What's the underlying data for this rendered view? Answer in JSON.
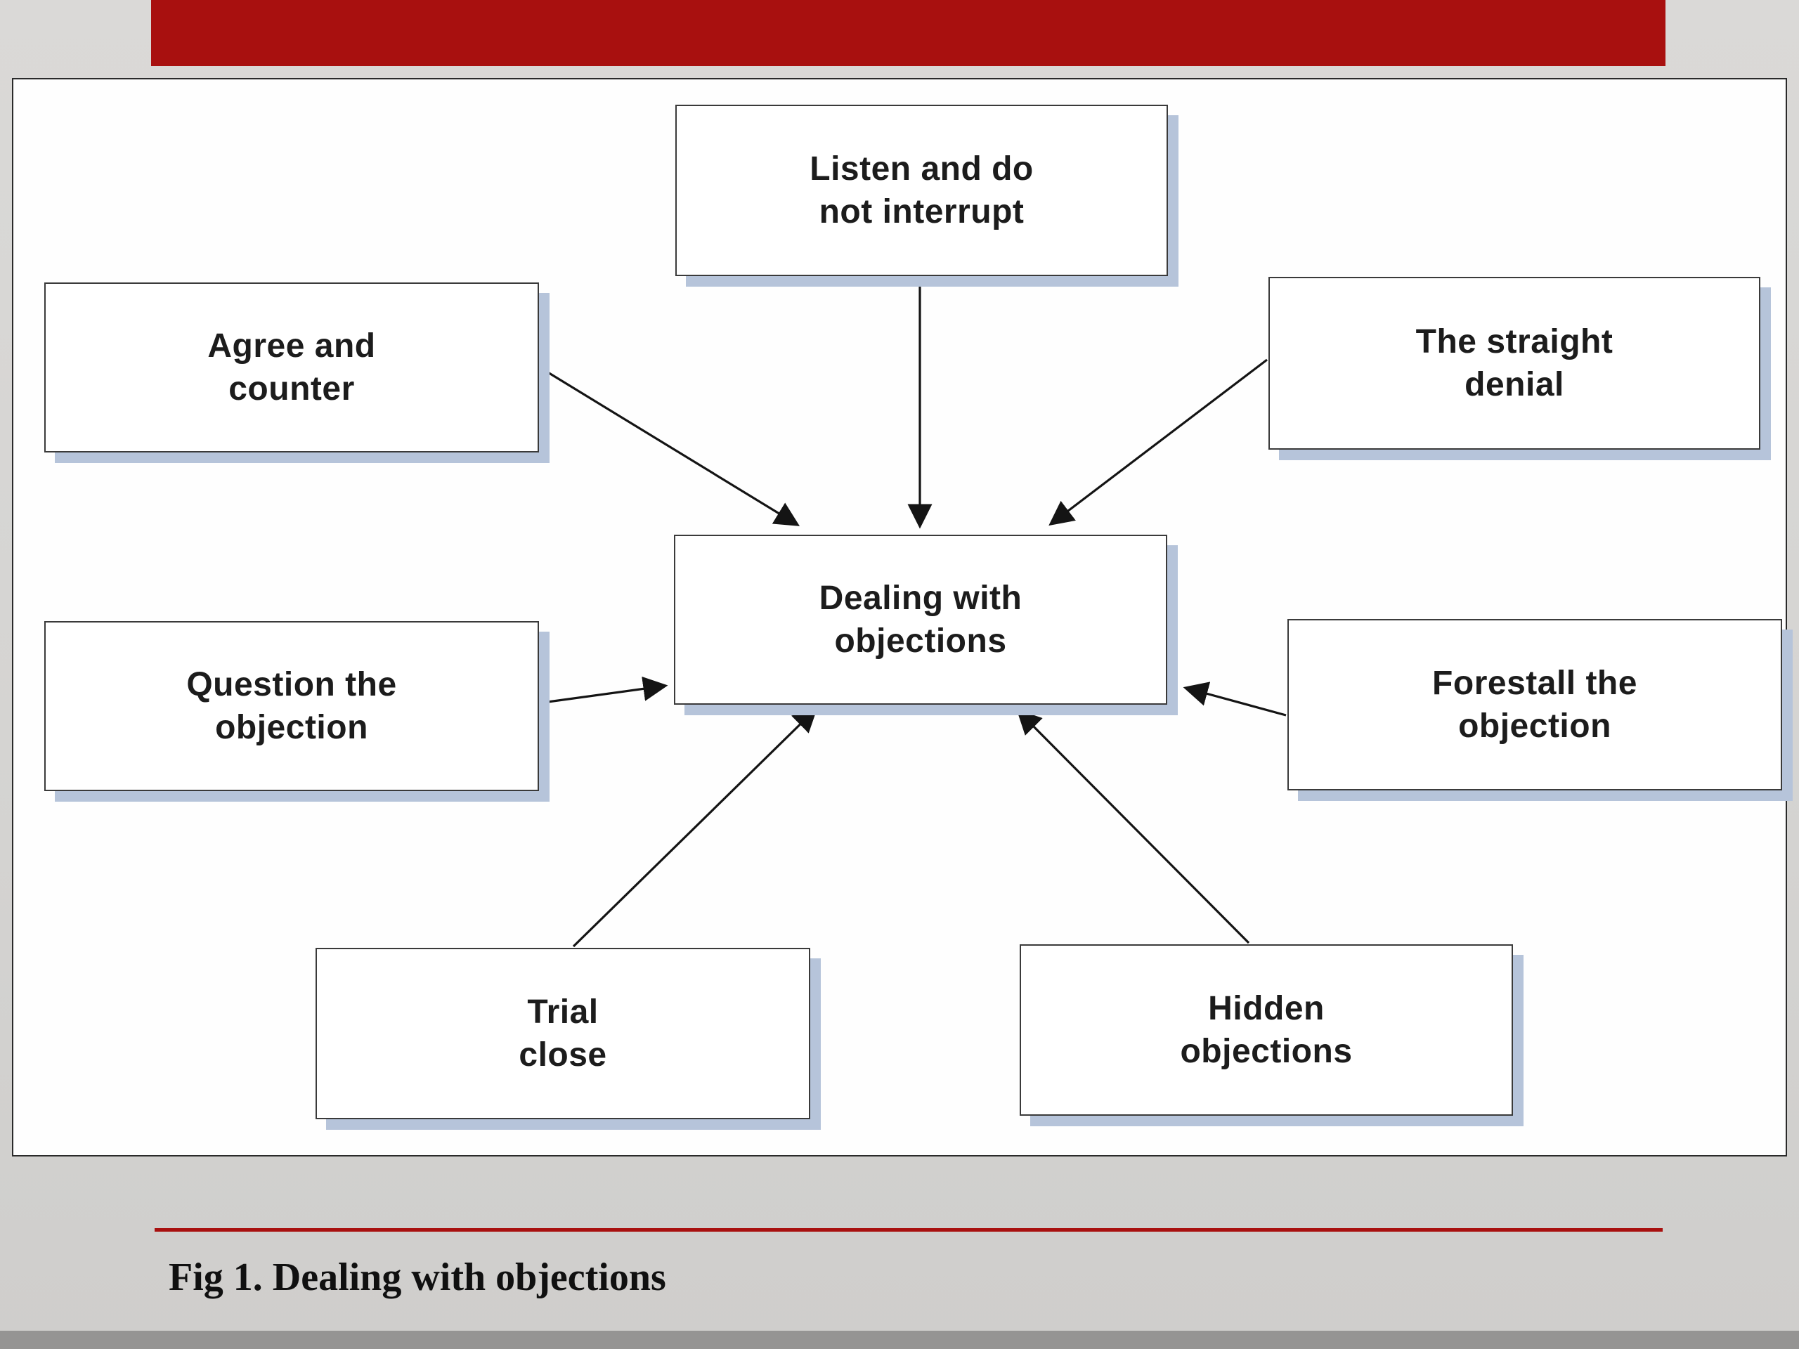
{
  "slide": {
    "caption": "Fig 1. Dealing with objections"
  },
  "diagram": {
    "type": "hub-and-spoke",
    "center": {
      "line1": "Dealing with",
      "line2": "objections"
    },
    "nodes": {
      "listen": {
        "line1": "Listen and do",
        "line2": "not interrupt"
      },
      "agree": {
        "line1": "Agree and",
        "line2": "counter"
      },
      "straight_denial": {
        "line1": "The straight",
        "line2": "denial"
      },
      "question": {
        "line1": "Question the",
        "line2": "objection"
      },
      "forestall": {
        "line1": "Forestall the",
        "line2": "objection"
      },
      "trial_close": {
        "line1": "Trial",
        "line2": "close"
      },
      "hidden": {
        "line1": "Hidden",
        "line2": "objections"
      }
    },
    "edges": [
      {
        "from": "listen",
        "to": "center"
      },
      {
        "from": "agree",
        "to": "center"
      },
      {
        "from": "straight_denial",
        "to": "center"
      },
      {
        "from": "question",
        "to": "center"
      },
      {
        "from": "forestall",
        "to": "center"
      },
      {
        "from": "trial_close",
        "to": "center"
      },
      {
        "from": "hidden",
        "to": "center"
      }
    ],
    "colors": {
      "accent_red": "#a8100f",
      "box_shadow_blue": "#b6c4da",
      "slide_background": "#d6d5d3",
      "panel_background": "#fefefe"
    }
  }
}
